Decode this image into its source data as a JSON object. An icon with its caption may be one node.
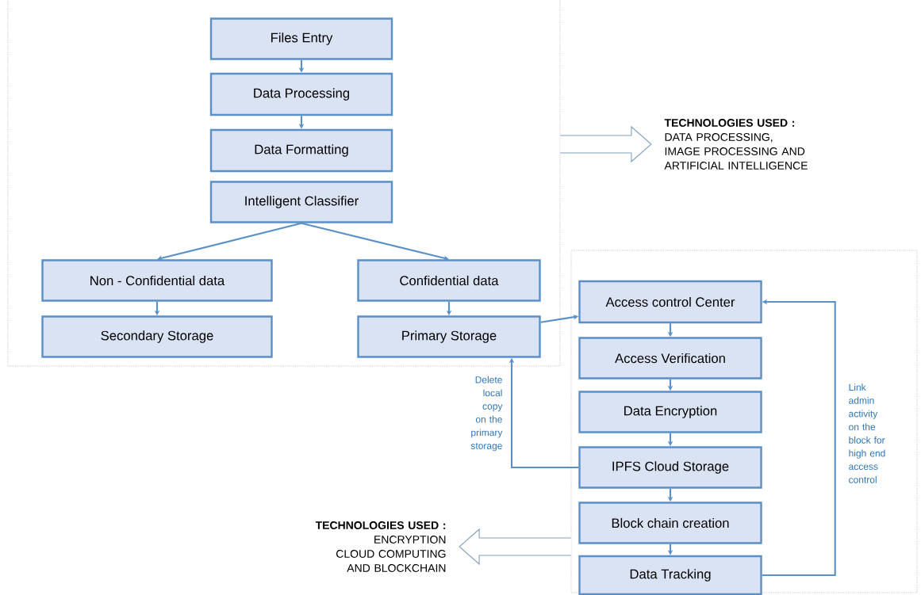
{
  "diagram": {
    "nodes": [
      {
        "text": [],
        "shape": "box"
      },
      {
        "text": [
          "Files Entry"
        ],
        "in": 0
      },
      {
        "text": [
          "Data Processing"
        ],
        "in": 0
      },
      {
        "text": [
          "Data Formatting"
        ],
        "in": 0
      },
      {
        "text": [
          "Intelligent Classifier"
        ],
        "in": 0
      },
      {
        "text": [
          "Non - Confidential data"
        ],
        "in": 0
      },
      {
        "text": [
          "Confidential data"
        ],
        "in": 0
      },
      {
        "text": [
          "Secondary Storage"
        ],
        "in": 0
      },
      {
        "text": [
          "Primary Storage"
        ],
        "in": 0
      },
      {
        "text": [
          "TECHNOLOGIES USED :",
          "DATA PROCESSING, IMAGE PROCESSING AND ARTIFICIAL INTELLIGENCE"
        ]
      },
      {
        "text": [],
        "shape": "box"
      },
      {
        "text": [
          "Access control Center"
        ],
        "in": 10
      },
      {
        "text": [
          "Access Verification"
        ],
        "in": 10
      },
      {
        "text": [
          "Data Encryption"
        ],
        "in": 10
      },
      {
        "text": [
          "IPFS Cloud Storage"
        ],
        "in": 10
      },
      {
        "text": [
          "Block chain creation"
        ],
        "in": 10
      },
      {
        "text": [
          "Data Tracking"
        ],
        "in": 10
      },
      {
        "text": [
          "TECHNOLOGIES USED :",
          "ENCRYPTION CLOUD COMPUTING AND BLOCKCHAIN"
        ]
      }
    ],
    "edges": [
      {
        "from": 1,
        "to": 2,
        "arrow": "to"
      },
      {
        "from": 2,
        "to": 3,
        "arrow": "to"
      },
      {
        "from": 4,
        "to": 5,
        "arrow": "to"
      },
      {
        "from": 4,
        "to": 6,
        "arrow": "to"
      },
      {
        "from": 5,
        "to": 7,
        "arrow": "to"
      },
      {
        "from": 6,
        "to": 8,
        "arrow": "to"
      },
      {
        "from": 0,
        "to": 9,
        "arrow": "to"
      },
      {
        "from": 8,
        "to": 11,
        "arrow": "to"
      },
      {
        "from": 11,
        "to": 12,
        "arrow": "to"
      },
      {
        "from": 12,
        "to": 13,
        "arrow": "to"
      },
      {
        "from": 13,
        "to": 14,
        "arrow": "to"
      },
      {
        "from": 14,
        "to": 15,
        "arrow": "to"
      },
      {
        "from": 15,
        "to": 16,
        "arrow": "to"
      },
      {
        "from": 14,
        "to": 8,
        "arrow": "to",
        "label": "Delete local copy on the primary storage"
      },
      {
        "from": 16,
        "to": 11,
        "arrow": "to",
        "label": "Link admin activity on the block for high end access control"
      },
      {
        "from": 10,
        "to": 17,
        "arrow": "to"
      }
    ]
  }
}
